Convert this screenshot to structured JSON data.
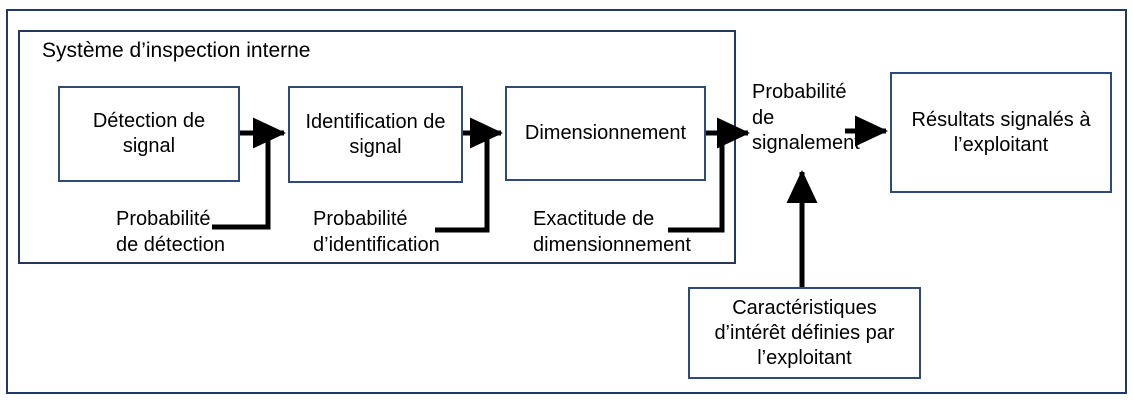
{
  "diagram": {
    "title": "Système d’inspection interne",
    "outer_border_color": "#1F3864",
    "node_border_color": "#2E4A78",
    "wire_color": "#000000",
    "background_color": "#FFFFFF",
    "nodes": [
      {
        "id": "detection",
        "label": "Détection de\nsignal"
      },
      {
        "id": "identification",
        "label": "Identification\nde signal"
      },
      {
        "id": "dimensionnement",
        "label": "Dimensionnement"
      },
      {
        "id": "resultats",
        "label": "Résultats signalés à\nl’exploitant"
      },
      {
        "id": "caracteristiques",
        "label": "Caractéristiques\nd’intérêt définies par\nl’exploitant"
      }
    ],
    "labels": [
      {
        "id": "probabilite-detection",
        "text": "Probabilité\nde détection"
      },
      {
        "id": "probabilite-identification",
        "text": "Probabilité\nd’identification"
      },
      {
        "id": "exactitude-dimensionnement",
        "text": "Exactitude de\ndimensionnement"
      },
      {
        "id": "probabilite-signalement",
        "text": "Probabilité\nde\nsignalement"
      }
    ]
  }
}
